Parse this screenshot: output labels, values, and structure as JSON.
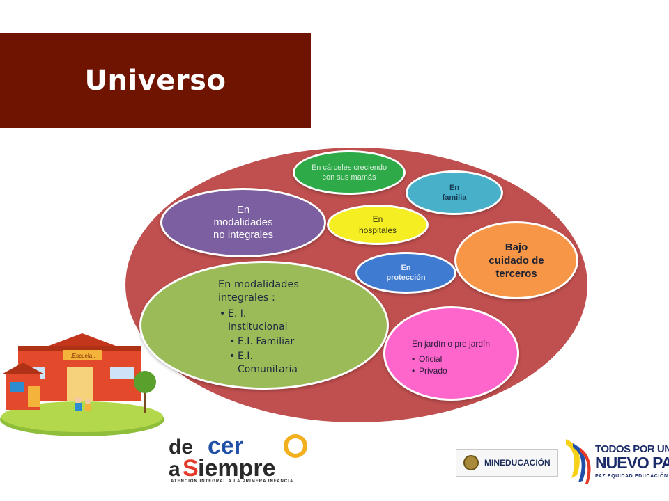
{
  "title": "Universo",
  "diagram": {
    "bubbles": {
      "carceles": "En cárceles creciendo con sus mamás",
      "familia": [
        "En",
        "familia"
      ],
      "no_integrales": [
        "En",
        "modalidades",
        "no integrales"
      ],
      "hospitales": [
        "En",
        "hospitales"
      ],
      "bajo_cuidado": [
        "Bajo",
        "cuidado de",
        "terceros"
      ],
      "proteccion": [
        "En",
        "protección"
      ],
      "integrales": {
        "lead": "En modalidades integrales :",
        "items": [
          "E. I. Institucional",
          "E.I. Familiar",
          "E.I. Comunitaria"
        ]
      },
      "jardin": {
        "lead": "En jardín o pre jardín",
        "items": [
          "Oficial",
          "Privado"
        ]
      }
    },
    "colors": {
      "title_banner": "#6e1400",
      "big_ellipse": "#c04f4f",
      "carceles": "#2eaa49",
      "familia": "#48b0c8",
      "no_integrales": "#7b5fa1",
      "hospitales": "#f5ee22",
      "bajo_cuidado": "#f79646",
      "proteccion": "#3f7bd0",
      "integrales": "#9bbb59",
      "jardin": "#ff66cc"
    }
  },
  "school_sign": "..Escuela..",
  "logos": {
    "cero_siempre": {
      "text": "de cero a siempre",
      "caption": "ATENCIÓN INTEGRAL A LA PRIMERA INFANCIA"
    },
    "mineducacion": "MINEDUCACIÓN",
    "todos_por_un_nuevo_pais": {
      "line1": "TODOS POR UN",
      "line2": "NUEVO PAÍS",
      "line3": "PAZ  EQUIDAD  EDUCACIÓN"
    }
  }
}
